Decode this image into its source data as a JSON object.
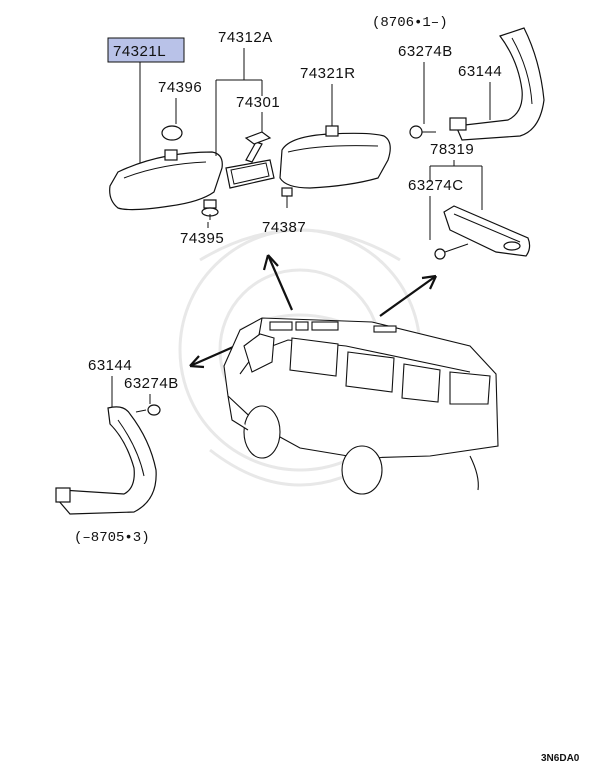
{
  "labels": {
    "part_74321L": "74321L",
    "part_74312A": "74312A",
    "part_74396": "74396",
    "part_74301": "74301",
    "part_74321R": "74321R",
    "part_74395": "74395",
    "part_74387": "74387",
    "date_upper": "(8706•1–)",
    "part_63274B_upper": "63274B",
    "part_63144_upper": "63144",
    "part_78319": "78319",
    "part_63274C": "63274C",
    "part_63144_lower": "63144",
    "part_63274B_lower": "63274B",
    "date_lower": "(–8705•3)",
    "diagram_code": "3N6DA0"
  },
  "colors": {
    "highlight": "#b9c2e8",
    "ink": "#111111",
    "watermark": "#e6e6e6"
  }
}
